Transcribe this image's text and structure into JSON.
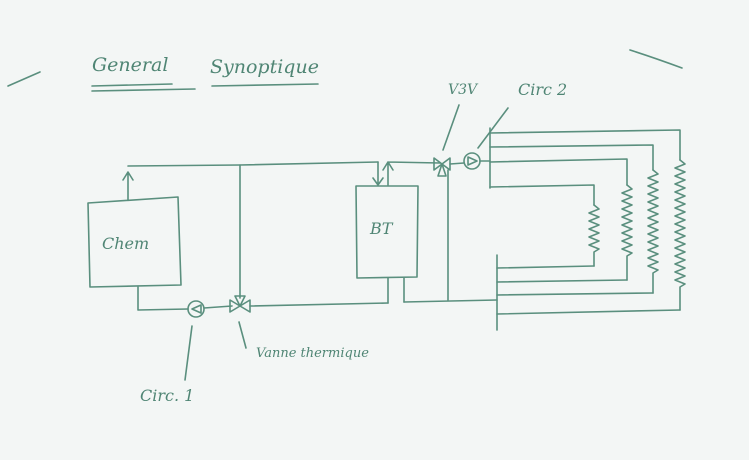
{
  "title": {
    "word1": "General",
    "word2": "Synoptique"
  },
  "components": {
    "boiler": "Chem",
    "tank": "BT",
    "three_way_valve": "V3V",
    "pump2": "Circ 2",
    "pump1": "Circ. 1",
    "thermal_valve": "Vanne thermique"
  },
  "colors": {
    "ink": "#5a8f7e",
    "paper": "#f3f6f5"
  }
}
